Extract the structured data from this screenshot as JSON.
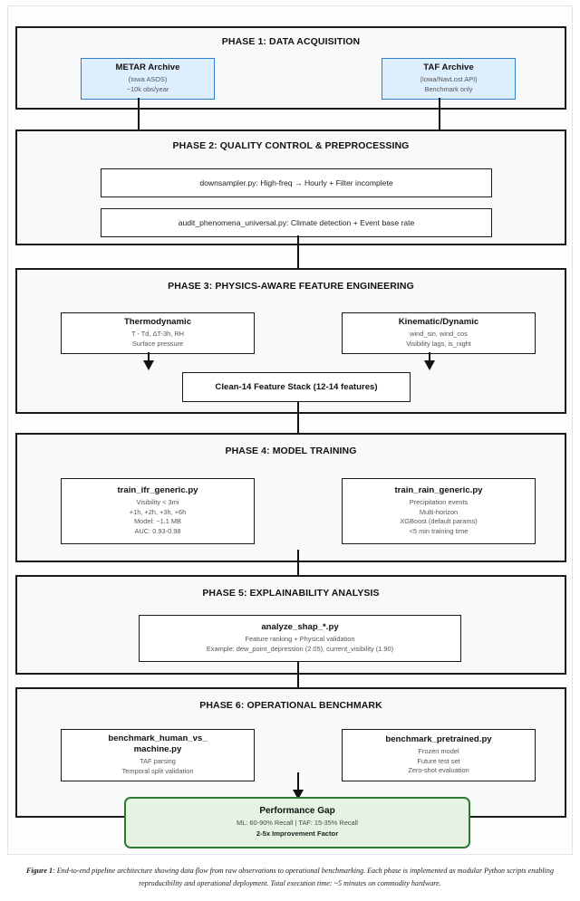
{
  "figure": {
    "caption_label": "Figure 1",
    "caption_text": ": End-to-end pipeline architecture showing data flow from raw observations to operational benchmarking. Each phase is implemented as modular Python scripts enabling reproducibility and operational deployment. Total execution time: ~5 minutes on commodity hardware."
  },
  "colors": {
    "source_fill": "#ddeeff",
    "source_border": "#2f7fd0",
    "result_fill": "#e6f3e2",
    "result_border": "#2d7a31",
    "phase_fill": "#f7f9fb",
    "phase_border": "#1a1a1a"
  },
  "phases": [
    {
      "id": "phase-1",
      "title": "PHASE 1: DATA ACQUISITION",
      "nodes": [
        {
          "id": "metar-archive",
          "title": "METAR Archive",
          "lines": [
            "(Iowa ASOS)",
            "~10k obs/year"
          ]
        },
        {
          "id": "taf-archive",
          "title": "TAF Archive",
          "lines": [
            "(Iowa/NavLost API)",
            "Benchmark only"
          ]
        }
      ]
    },
    {
      "id": "phase-2",
      "title": "PHASE 2: QUALITY CONTROL & PREPROCESSING",
      "nodes": [
        {
          "id": "downsampler",
          "title": "downsampler.py: High-freq → Hourly + Filter incomplete",
          "lines": []
        },
        {
          "id": "audit-phenomena",
          "title": "audit_phenomena_universal.py: Climate detection + Event base rate",
          "lines": []
        }
      ]
    },
    {
      "id": "phase-3",
      "title": "PHASE 3: PHYSICS-AWARE FEATURE ENGINEERING",
      "nodes": [
        {
          "id": "thermodynamic",
          "title": "Thermodynamic",
          "lines": [
            "T - Td, ΔT-3h, RH",
            "Surface pressure"
          ]
        },
        {
          "id": "kinematic-dynamic",
          "title": "Kinematic/Dynamic",
          "lines": [
            "wind_sin, wind_cos",
            "Visibility lags, is_night"
          ]
        },
        {
          "id": "clean-14-stack",
          "title": "Clean-14 Feature Stack (12-14 features)",
          "lines": []
        }
      ]
    },
    {
      "id": "phase-4",
      "title": "PHASE 4: MODEL TRAINING",
      "nodes": [
        {
          "id": "train-ifr",
          "title": "train_ifr_generic.py",
          "lines": [
            "Visibility < 3mi",
            "+1h, +2h, +3h, +6h",
            "Model: ~1.1 MB",
            "AUC: 0.93-0.98"
          ]
        },
        {
          "id": "train-rain",
          "title": "train_rain_generic.py",
          "lines": [
            "Precipitation events",
            "Multi-horizon",
            "XGBoost (default params)",
            "<5 min training time"
          ]
        }
      ]
    },
    {
      "id": "phase-5",
      "title": "PHASE 5: EXPLAINABILITY ANALYSIS",
      "nodes": [
        {
          "id": "analyze-shap",
          "title": "analyze_shap_*.py",
          "lines": [
            "Feature ranking + Physical validation",
            "Example: dew_point_depression (2.05), current_visibility (1.90)"
          ]
        }
      ]
    },
    {
      "id": "phase-6",
      "title": "PHASE 6: OPERATIONAL BENCHMARK",
      "nodes": [
        {
          "id": "benchmark-human-vs-machine",
          "title": "benchmark_human_vs_\nmachine.py",
          "lines": [
            "TAF parsing",
            "Temporal split validation"
          ]
        },
        {
          "id": "benchmark-pretrained",
          "title": "benchmark_pretrained.py",
          "lines": [
            "Frozen model",
            "Future test set",
            "Zero-shot evaluation"
          ]
        }
      ]
    }
  ],
  "result": {
    "id": "performance-gap",
    "title": "Performance Gap",
    "line1": "ML: 60-90% Recall | TAF: 15-35% Recall",
    "line2": "2-5x Improvement Factor"
  }
}
